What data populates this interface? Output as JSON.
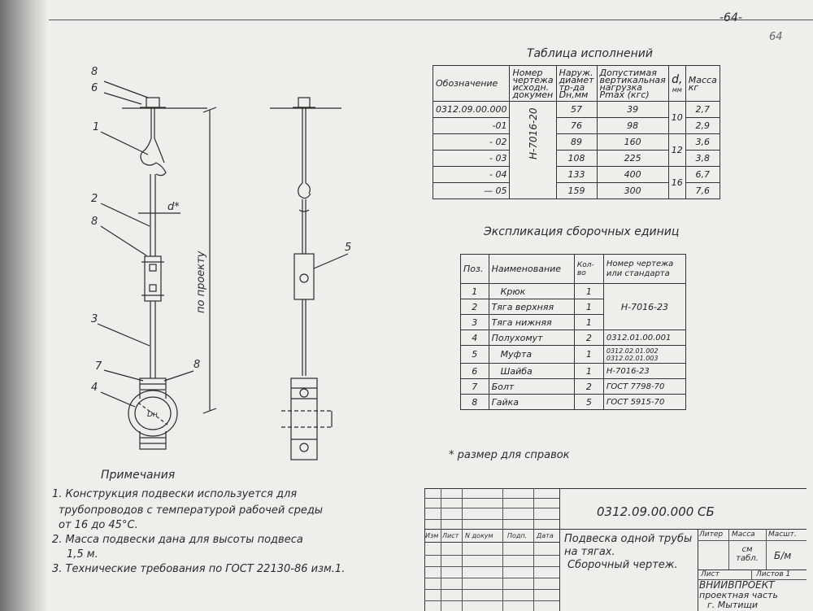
{
  "page_number": "-64-",
  "handwritten_number": "64",
  "drawing_labels": {
    "pos_8_top": "8",
    "pos_6": "6",
    "pos_1": "1",
    "pos_2": "2",
    "pos_8_mid": "8",
    "pos_3": "3",
    "pos_7": "7",
    "pos_8_low": "8",
    "pos_4": "4",
    "pos_5": "5",
    "dim_d": "d*",
    "dim_vertical": "по проекту",
    "dim_dn": "Dн"
  },
  "variants_table": {
    "title": "Таблица исполнений",
    "headers": {
      "designation": "Обозначение",
      "source_doc": "Номер чертежа исходн. докумен",
      "outer_diameter": "Наруж. диамет тр-да Dн,мм",
      "load": "Допустимая вертикальная нагрузка Pmax (кгс)",
      "d": "d,",
      "d_unit": "мм",
      "mass": "Масса кг"
    },
    "source_doc_value": "Н-7016-20",
    "rows": [
      {
        "designation": "0312.09.00.000",
        "dn": "57",
        "load": "39",
        "mass": "2,7"
      },
      {
        "designation": "-01",
        "dn": "76",
        "load": "98",
        "mass": "2,9"
      },
      {
        "designation": "- 02",
        "dn": "89",
        "load": "160",
        "mass": "3,6"
      },
      {
        "designation": "- 03",
        "dn": "108",
        "load": "225",
        "mass": "3,8"
      },
      {
        "designation": "- 04",
        "dn": "133",
        "load": "400",
        "mass": "6,7"
      },
      {
        "designation": "— 05",
        "dn": "159",
        "load": "300",
        "mass": "7,6"
      }
    ],
    "d_values": [
      "10",
      "12",
      "16"
    ]
  },
  "assembly_table": {
    "title": "Экспликация сборочных единиц",
    "headers": {
      "pos": "Поз.",
      "name": "Наименование",
      "qty": "Кол-во",
      "doc": "Номер чертежа или стандарта"
    },
    "rows": [
      {
        "pos": "1",
        "name": "Крюк",
        "qty": "1",
        "doc": ""
      },
      {
        "pos": "2",
        "name": "Тяга верхняя",
        "qty": "1",
        "doc": "Н-7016-23"
      },
      {
        "pos": "3",
        "name": "Тяга нижняя",
        "qty": "1",
        "doc": ""
      },
      {
        "pos": "4",
        "name": "Полухомут",
        "qty": "2",
        "doc": "0312.01.00.001"
      },
      {
        "pos": "5",
        "name": "Муфта",
        "qty": "1",
        "doc": "0312.02.01.002 0312.02.01.003"
      },
      {
        "pos": "6",
        "name": "Шайба",
        "qty": "1",
        "doc": "Н-7016-23"
      },
      {
        "pos": "7",
        "name": "Болт",
        "qty": "2",
        "doc": "ГОСТ 7798-70"
      },
      {
        "pos": "8",
        "name": "Гайка",
        "qty": "5",
        "doc": "ГОСТ 5915-70"
      }
    ]
  },
  "reference_note": "* размер для справок",
  "notes": {
    "title": "Примечания",
    "items": [
      "1. Конструкция подвески используется для",
      "трубопроводов с температурой рабочей среды",
      "от 16 до 45°С.",
      "2. Масса подвески дана для высоты подвеса",
      "1,5 м.",
      "3. Технические требования по ГОСТ 22130-86 изм.1."
    ]
  },
  "title_block": {
    "doc_number": "0312.09.00.000 СБ",
    "title_lines": [
      "Подвеска одной трубы",
      "на тягах.",
      "Сборочный чертеж."
    ],
    "col_labels": [
      "Изм",
      "Лист",
      "N докум",
      "Подп.",
      "Дата"
    ],
    "litera": "Литер",
    "mass": "Масса",
    "scale": "Масшт.",
    "mass_value": "см табл.",
    "scale_value": "Б/м",
    "sheet": "Лист",
    "sheets": "Листов 1",
    "org_lines": [
      "ВНИИВПРОЕКТ",
      "проектная часть",
      "г. Мытищи"
    ]
  }
}
